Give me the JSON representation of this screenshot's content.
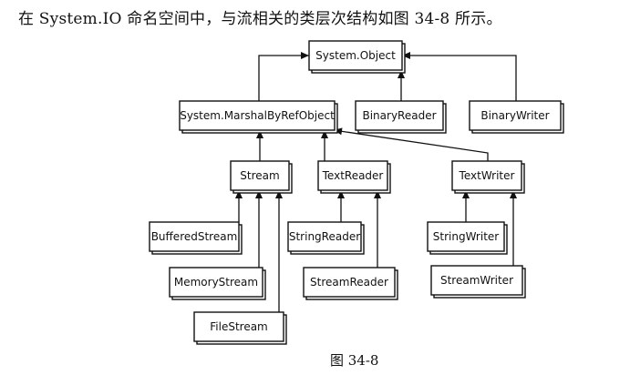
{
  "intro_text": "在 System.IO 命名空间中，与流相关的类层次结构如图 34-8 所示。",
  "caption": "图   34-8",
  "nodes": [
    {
      "id": "object",
      "label": "System.Object"
    },
    {
      "id": "marshal",
      "label": "System.MarshalByRefObject"
    },
    {
      "id": "binaryreader",
      "label": "BinaryReader"
    },
    {
      "id": "binarywriter",
      "label": "BinaryWriter"
    },
    {
      "id": "stream",
      "label": "Stream"
    },
    {
      "id": "textreader",
      "label": "TextReader"
    },
    {
      "id": "textwriter",
      "label": "TextWriter"
    },
    {
      "id": "bufferedstream",
      "label": "BufferedStream"
    },
    {
      "id": "memorystream",
      "label": "MemoryStream"
    },
    {
      "id": "filestream",
      "label": "FileStream"
    },
    {
      "id": "stringreader",
      "label": "StringReader"
    },
    {
      "id": "streamreader",
      "label": "StreamReader"
    },
    {
      "id": "stringwriter",
      "label": "StringWriter"
    },
    {
      "id": "streamwriter",
      "label": "StreamWriter"
    }
  ],
  "edges": [
    {
      "from": "marshal",
      "to": "object"
    },
    {
      "from": "binaryreader",
      "to": "object"
    },
    {
      "from": "binarywriter",
      "to": "object"
    },
    {
      "from": "stream",
      "to": "marshal"
    },
    {
      "from": "textreader",
      "to": "marshal"
    },
    {
      "from": "textwriter",
      "to": "marshal"
    },
    {
      "from": "bufferedstream",
      "to": "stream"
    },
    {
      "from": "memorystream",
      "to": "stream"
    },
    {
      "from": "filestream",
      "to": "stream"
    },
    {
      "from": "stringreader",
      "to": "textreader"
    },
    {
      "from": "streamreader",
      "to": "textreader"
    },
    {
      "from": "stringwriter",
      "to": "textwriter"
    },
    {
      "from": "streamwriter",
      "to": "textwriter"
    }
  ]
}
